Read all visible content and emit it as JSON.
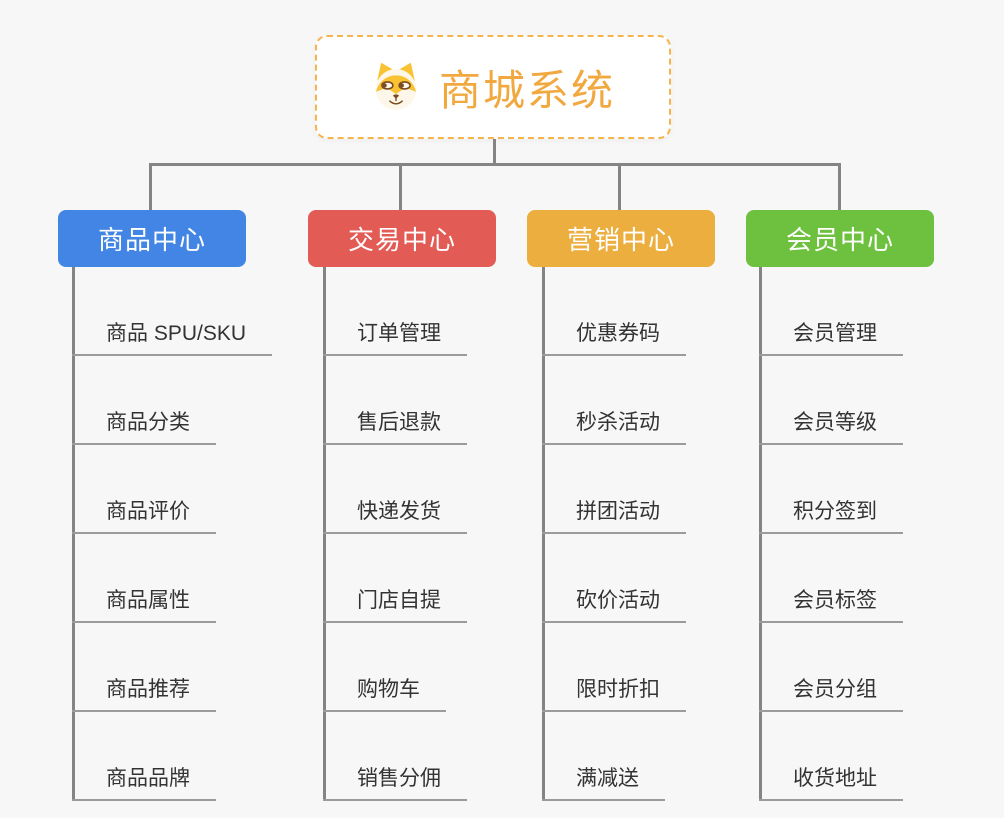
{
  "root": {
    "title": "商城系统",
    "icon": "shiba-dog-icon",
    "title_color": "#f0a83f",
    "border_color": "#f6b44e"
  },
  "connector_color": "#848484",
  "underline_color": "#9b9b9b",
  "background_color": "#f7f7f7",
  "branches": [
    {
      "label": "商品中心",
      "color": "#4285e4",
      "items": [
        "商品 SPU/SKU",
        "商品分类",
        "商品评价",
        "商品属性",
        "商品推荐",
        "商品品牌"
      ]
    },
    {
      "label": "交易中心",
      "color": "#e25b55",
      "items": [
        "订单管理",
        "售后退款",
        "快递发货",
        "门店自提",
        "购物车",
        "销售分佣"
      ]
    },
    {
      "label": "营销中心",
      "color": "#ecae3e",
      "items": [
        "优惠券码",
        "秒杀活动",
        "拼团活动",
        "砍价活动",
        "限时折扣",
        "满减送"
      ]
    },
    {
      "label": "会员中心",
      "color": "#6ec13e",
      "items": [
        "会员管理",
        "会员等级",
        "积分签到",
        "会员标签",
        "会员分组",
        "收货地址"
      ]
    }
  ]
}
